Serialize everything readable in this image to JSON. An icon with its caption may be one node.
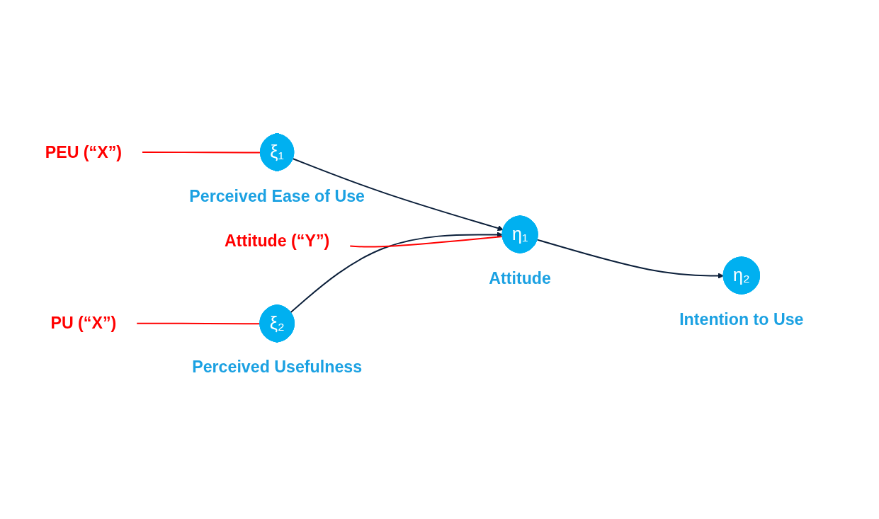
{
  "diagram": {
    "nodes": [
      {
        "text": [
          "PEU (“X”)"
        ]
      },
      {
        "text": [
          "Attitude (“Y”)"
        ]
      },
      {
        "text": [
          "ξ₁"
        ],
        "beside": [
          "Perceived Ease of Use"
        ]
      },
      {
        "text": [
          "η₁"
        ],
        "beside": [
          "Attitude"
        ]
      },
      {
        "text": [
          "η₂"
        ],
        "beside": [
          "Intention to Use"
        ]
      },
      {
        "text": [
          "ξ₂"
        ],
        "beside": [
          "Perceived Usefulness"
        ]
      },
      {
        "text": [
          "PU (“X”)"
        ]
      }
    ],
    "edges": [
      {
        "from": 2,
        "to": 3,
        "arrow": "to"
      },
      {
        "from": 5,
        "to": 3,
        "arrow": "to"
      },
      {
        "from": 3,
        "to": 4,
        "arrow": "to"
      },
      {
        "from": 0,
        "to": 2,
        "arrow": "none",
        "color": "#ff0000"
      },
      {
        "from": 1,
        "to": 3,
        "arrow": "none",
        "color": "#ff0000"
      },
      {
        "from": 6,
        "to": 5,
        "arrow": "none",
        "color": "#ff0000"
      }
    ]
  }
}
